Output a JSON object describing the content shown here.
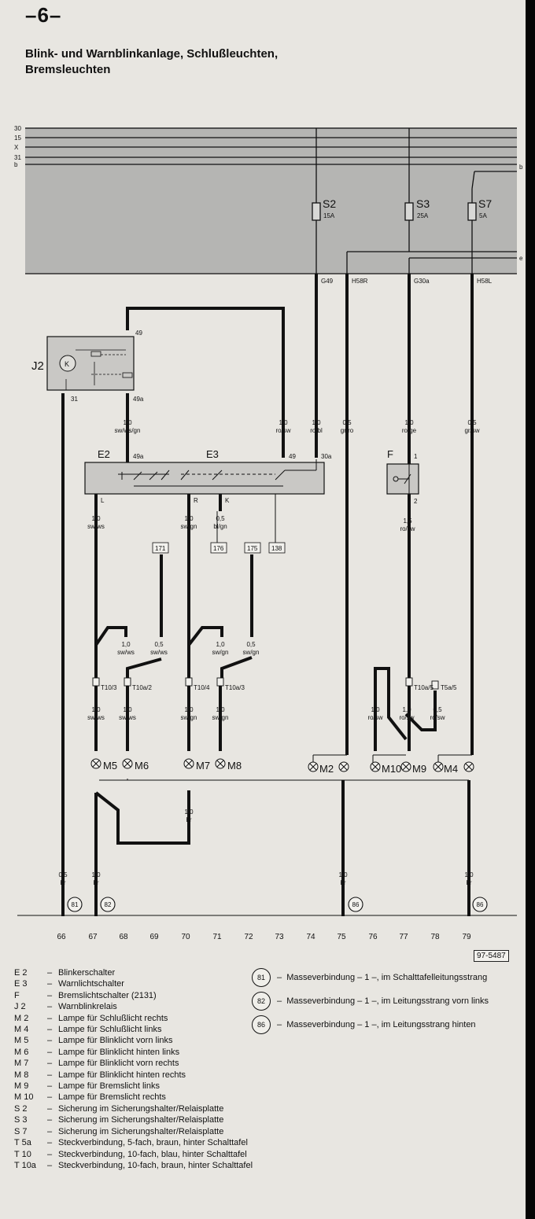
{
  "page_number": "–6–",
  "title_lines": [
    "Blink- und Warnblinkanlage, Schlußleuchten,",
    "Bremsleuchten"
  ],
  "bus_labels": [
    "30",
    "15",
    "X",
    "31",
    "b"
  ],
  "bus_right_labels": [
    "b",
    "e"
  ],
  "fuses": [
    {
      "name": "S2",
      "rating": "15A"
    },
    {
      "name": "S3",
      "rating": "25A"
    },
    {
      "name": "S7",
      "rating": "5A"
    }
  ],
  "relay_terminals": [
    "G49",
    "H58R",
    "G30a",
    "H58L"
  ],
  "components": {
    "j2": "J2",
    "e2": "E2",
    "e3": "E3",
    "f": "F"
  },
  "pins": [
    "49",
    "49a",
    "31",
    "49a",
    "L",
    "R",
    "K",
    "49",
    "30a",
    "1",
    "2"
  ],
  "wires": {
    "w_49a": [
      "1,0",
      "sw/ws/gn"
    ],
    "w_73": [
      "1,0",
      "ro/sw"
    ],
    "w_74": [
      "1,0",
      "ro/bl"
    ],
    "w_75": [
      "0,5",
      "gr/ro"
    ],
    "w_77": [
      "1,0",
      "ro/ge"
    ],
    "w_79": [
      "0,5",
      "gr/sw"
    ],
    "w_67a": [
      "1,0",
      "sw/ws"
    ],
    "w_70a": [
      "1,0",
      "sw/gn"
    ],
    "w_71a": [
      "0,5",
      "bl/gn"
    ],
    "w_77b": [
      "1,5",
      "ro/sw"
    ],
    "w_67b": [
      "1,0",
      "sw/ws"
    ],
    "w_69b": [
      "0,5",
      "sw/ws"
    ],
    "w_70b": [
      "1,0",
      "sw/gn"
    ],
    "w_72b": [
      "0,5",
      "sw/gn"
    ],
    "w_67c": [
      "1,0",
      "sw/ws"
    ],
    "w_68c": [
      "1,0",
      "sw/ws"
    ],
    "w_70c": [
      "1,0",
      "sw/gn"
    ],
    "w_71c": [
      "1,0",
      "sw/gn"
    ],
    "w_76c": [
      "1,0",
      "ro/sw"
    ],
    "w_77c": [
      "1,0",
      "ro/sw"
    ],
    "w_78c": [
      "0,5",
      "ro/sw"
    ],
    "w_70d": [
      "1,0",
      "br"
    ],
    "w_66g": [
      "0,5",
      "br"
    ],
    "w_67g": [
      "1,0",
      "br"
    ],
    "w_75g": [
      "1,0",
      "br"
    ],
    "w_79g": [
      "1,0",
      "br"
    ]
  },
  "refs": [
    "171",
    "176",
    "175",
    "138"
  ],
  "connectors": [
    "T10/3",
    "T10a/2",
    "T10/4",
    "T10a/3",
    "T10a/5",
    "T5a/5"
  ],
  "lamps": [
    "M5",
    "M6",
    "M7",
    "M8",
    "M2",
    "M10",
    "M9",
    "M4"
  ],
  "ground_points": [
    "81",
    "82",
    "86",
    "86"
  ],
  "tracks": [
    "66",
    "67",
    "68",
    "69",
    "70",
    "71",
    "72",
    "73",
    "74",
    "75",
    "76",
    "77",
    "78",
    "79"
  ],
  "doc_number": "97-5487",
  "legend": [
    {
      "code": "E 2",
      "text": "Blinkerschalter"
    },
    {
      "code": "E 3",
      "text": "Warnlichtschalter"
    },
    {
      "code": "F",
      "text": "Bremslichtschalter (2131)"
    },
    {
      "code": "J 2",
      "text": "Warnblinkrelais"
    },
    {
      "code": "M 2",
      "text": "Lampe für Schlußlicht rechts"
    },
    {
      "code": "M 4",
      "text": "Lampe für Schlußlicht links"
    },
    {
      "code": "M 5",
      "text": "Lampe für Blinklicht vorn links"
    },
    {
      "code": "M 6",
      "text": "Lampe für Blinklicht hinten links"
    },
    {
      "code": "M 7",
      "text": "Lampe für Blinklicht vorn rechts"
    },
    {
      "code": "M 8",
      "text": "Lampe für Blinklicht hinten rechts"
    },
    {
      "code": "M 9",
      "text": "Lampe für Bremslicht links"
    },
    {
      "code": "M 10",
      "text": "Lampe für Bremslicht rechts"
    },
    {
      "code": "S 2",
      "text": "Sicherung im Sicherungshalter/Relaisplatte"
    },
    {
      "code": "S 3",
      "text": "Sicherung im Sicherungshalter/Relaisplatte"
    },
    {
      "code": "S 7",
      "text": "Sicherung im Sicherungshalter/Relaisplatte"
    },
    {
      "code": "T 5a",
      "text": "Steckverbindung, 5-fach, braun, hinter Schalttafel"
    },
    {
      "code": "T 10",
      "text": "Steckverbindung, 10-fach, blau, hinter Schalttafel"
    },
    {
      "code": "T 10a",
      "text": "Steckverbindung, 10-fach, braun, hinter Schalttafel"
    }
  ],
  "masse": [
    {
      "num": "81",
      "text": "Masseverbindung – 1 –, im Schalttafelleitungsstrang"
    },
    {
      "num": "82",
      "text": "Masseverbindung – 1 –, im Leitungsstrang vorn links"
    },
    {
      "num": "86",
      "text": "Masseverbindung – 1 –, im Leitungsstrang hinten"
    }
  ],
  "colors": {
    "paper": "#e8e6e1",
    "relay_plate": "#b5b5b3",
    "component_fill": "#c9c8c5",
    "wire": "#111111"
  }
}
